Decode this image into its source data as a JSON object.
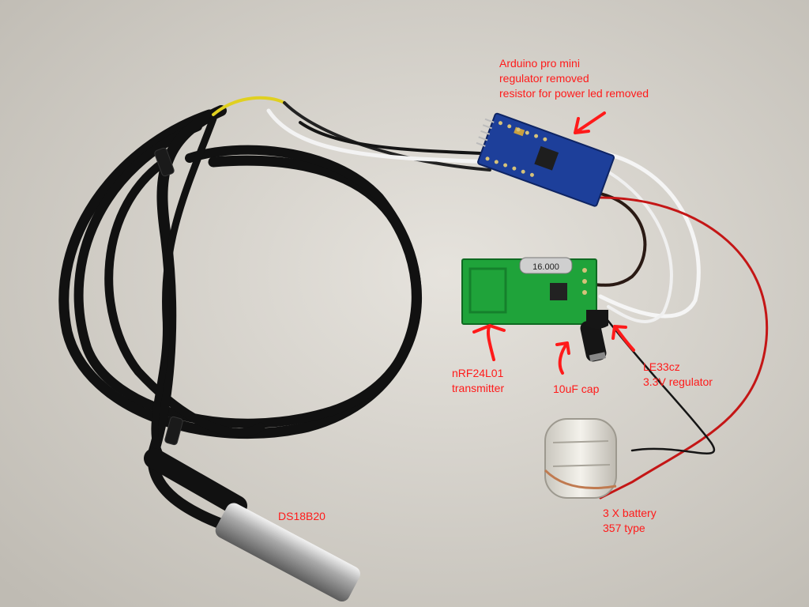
{
  "colors": {
    "annotation": "#ff1a1a",
    "cable": "#111111",
    "pcb_green": "#1fa33a",
    "arduino_blue": "#1d3f9a",
    "probe_metal": "#b8b8b8",
    "background": "#d9d6d0"
  },
  "annotations": {
    "arduino": {
      "line1": "Arduino pro mini",
      "line2": "regulator removed",
      "line3": "resistor for power led removed"
    },
    "nrf": {
      "line1": "nRF24L01",
      "line2": "transmitter"
    },
    "cap": {
      "line1": "10uF cap"
    },
    "regulator": {
      "line1": "LE33cz",
      "line2": "3.3V regulator"
    },
    "battery": {
      "line1": "3 X battery",
      "line2": "357 type"
    },
    "sensor": {
      "line1": "DS18B20"
    }
  },
  "components": {
    "crystal_marking": "16.000"
  }
}
